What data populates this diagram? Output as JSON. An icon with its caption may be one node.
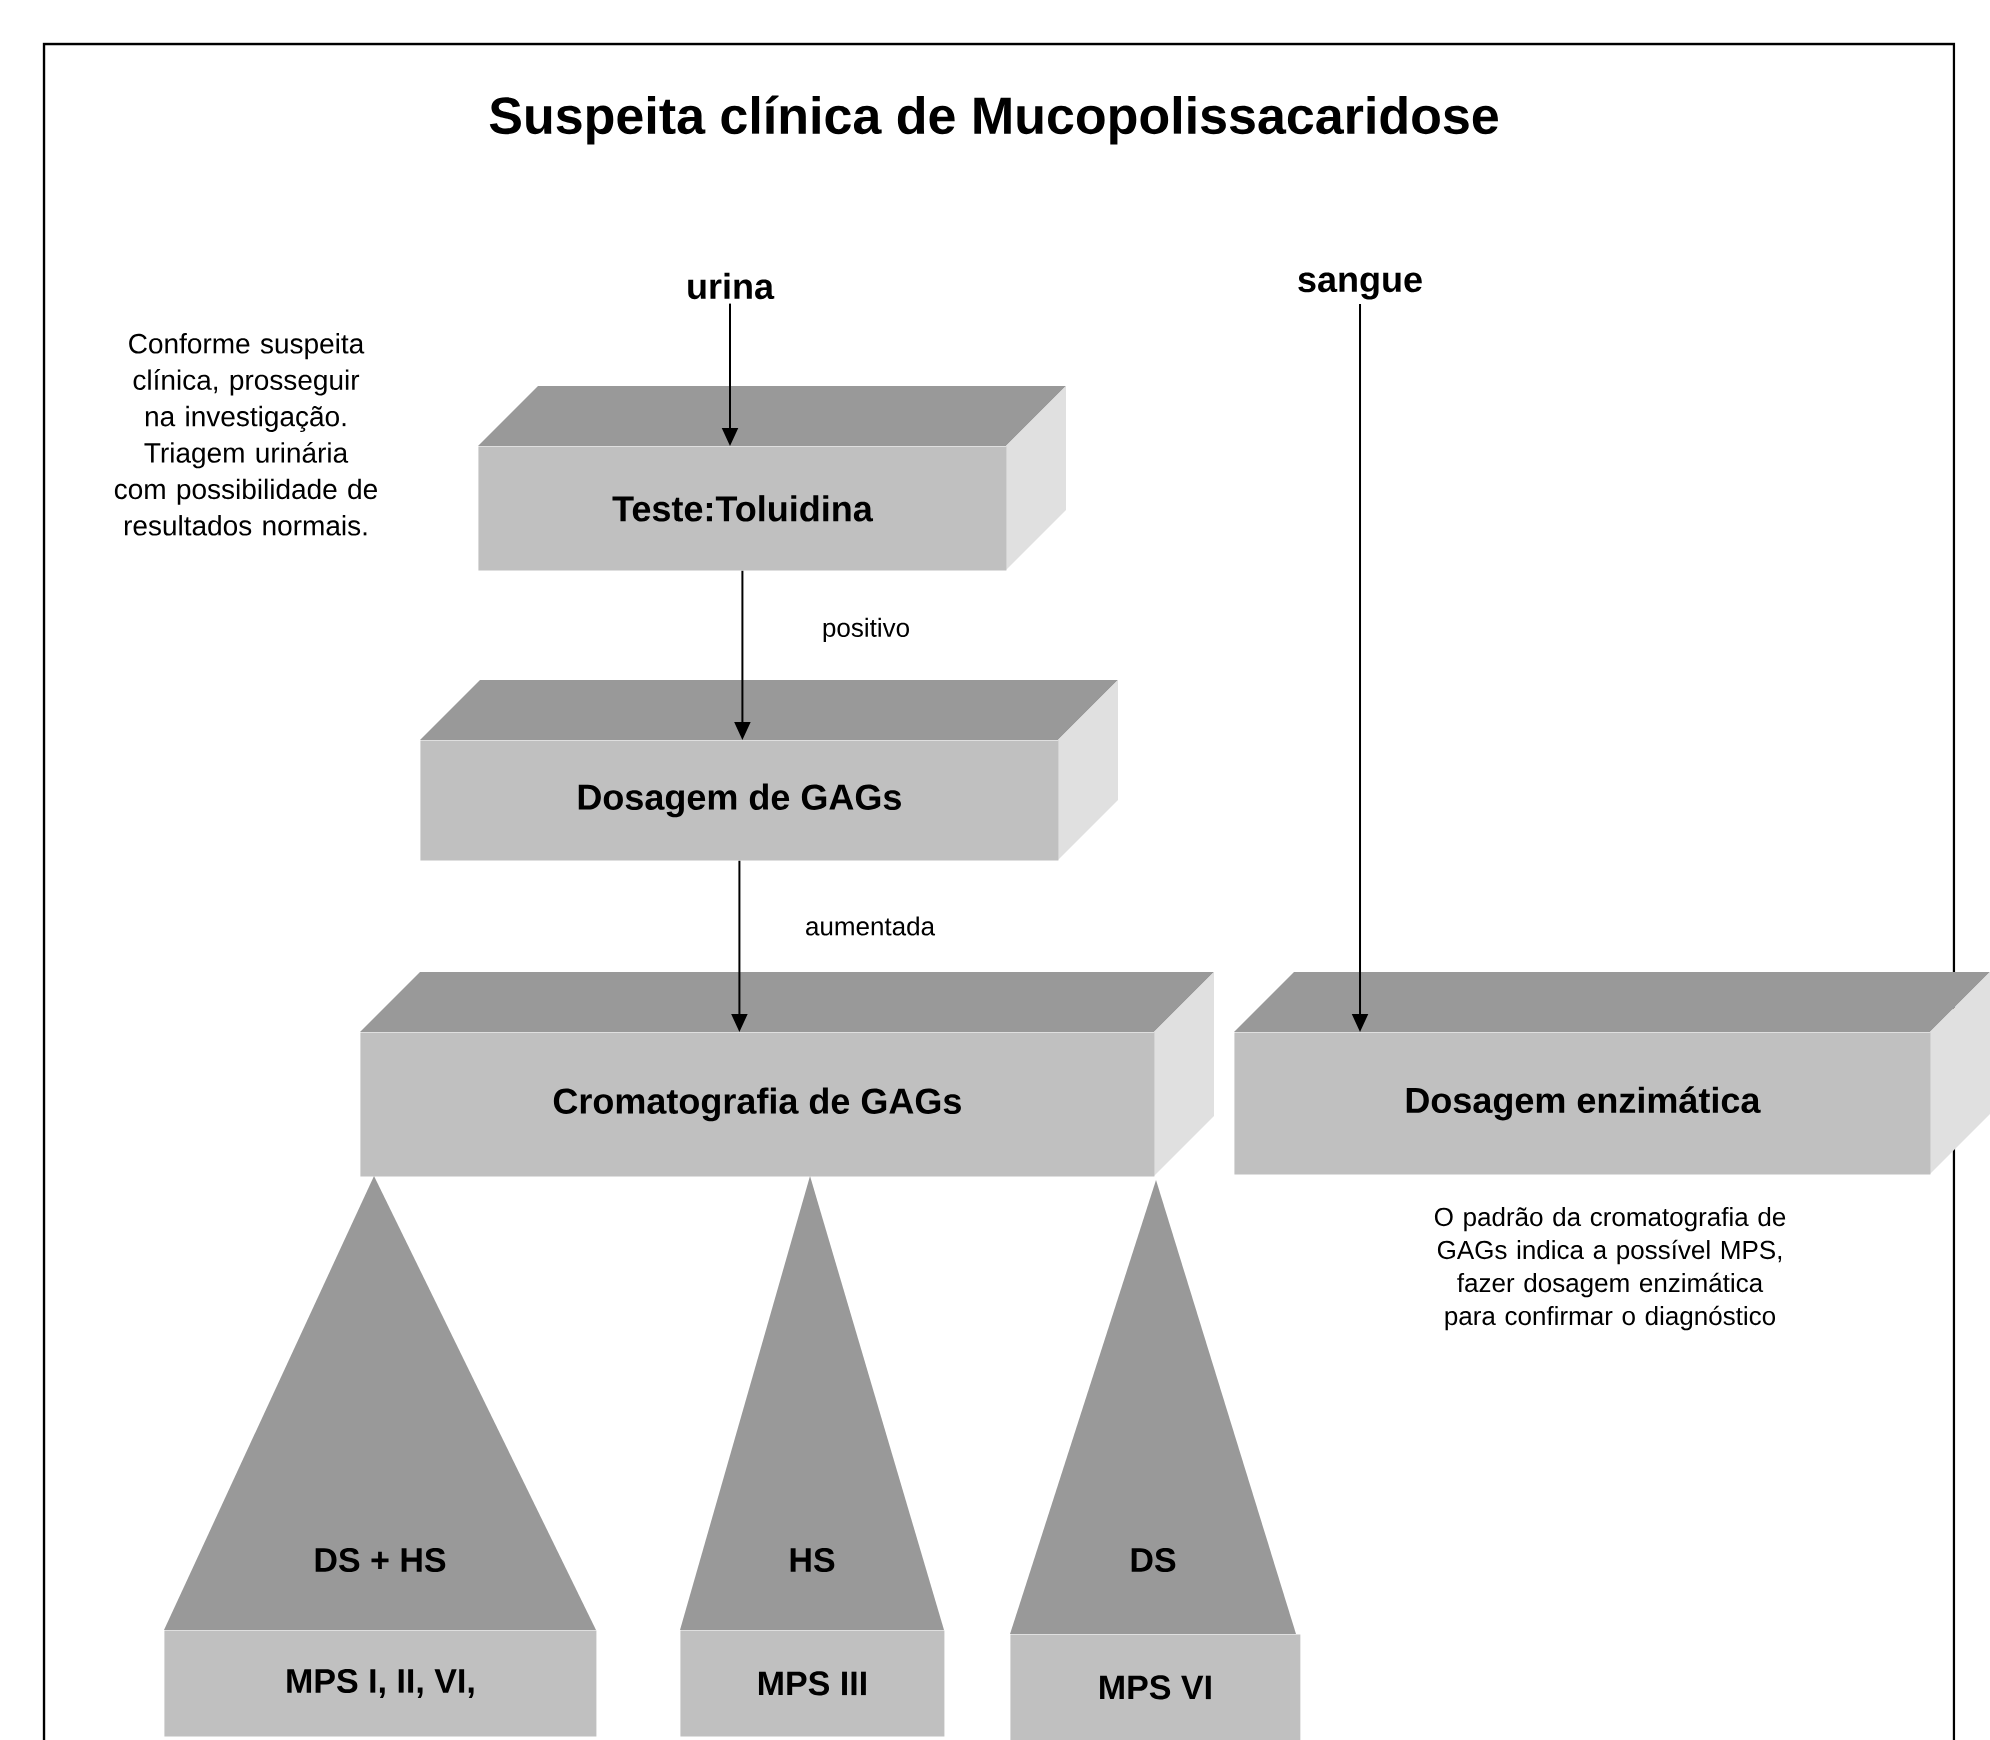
{
  "diagram": {
    "title": "Suspeita clínica de Mucopolissacaridose",
    "nodes": [
      {
        "text": [
          "urina"
        ]
      },
      {
        "text": [
          "Teste:Toluidina"
        ]
      },
      {
        "text": [
          "Dosagem de GAGs"
        ]
      },
      {
        "text": [
          "Cromatografia de GAGs"
        ]
      },
      {
        "text": [
          "sangue"
        ]
      },
      {
        "text": [
          "Dosagem enzimática"
        ],
        "beside": [
          "O padrão da cromatografia de GAGs indica a possível MPS, fazer dosagem enzimática para confirmar o diagnóstico"
        ]
      },
      {
        "text": [
          "DS + HS"
        ]
      },
      {
        "text": [
          "MPS I, II, VI,"
        ]
      },
      {
        "text": [
          "HS"
        ]
      },
      {
        "text": [
          "MPS III"
        ]
      },
      {
        "text": [
          "DS"
        ]
      },
      {
        "text": [
          "MPS VI"
        ]
      }
    ],
    "edges": [
      {
        "from": 0,
        "to": 1,
        "arrow": "to"
      },
      {
        "from": 1,
        "to": 2,
        "arrow": "to",
        "label": "positivo"
      },
      {
        "from": 2,
        "to": 3,
        "arrow": "to",
        "label": "aumentada"
      },
      {
        "from": 4,
        "to": 5,
        "arrow": "to"
      }
    ],
    "labels": [
      "Conforme suspeita clínica, prosseguir na investigação. Triagem urinária com possibilidade de resultados normais."
    ]
  }
}
